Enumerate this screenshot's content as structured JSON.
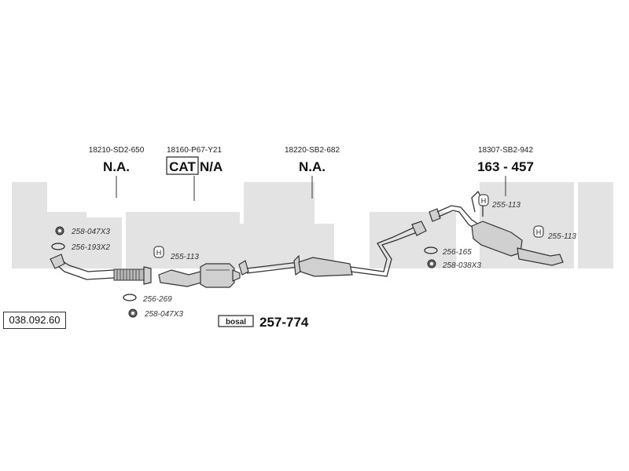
{
  "watermark": {
    "text": "bosal",
    "color": "#e3e3e3"
  },
  "reference": "038.092.60",
  "oem_numbers": [
    "18210-SD2-650",
    "18160-P67-Y21",
    "18220-SB2-682",
    "18307-SB2-942"
  ],
  "big_labels": {
    "na1": "N.A.",
    "cat": "CAT",
    "cat_na": "N/A",
    "na3": "N.A.",
    "rear": "163 - 457"
  },
  "parts": {
    "nut_front": "258-047X3",
    "gasket_front": "256-193X2",
    "hanger_cat": "255-113",
    "gasket_mid": "256-269",
    "nut_mid": "258-047X3",
    "hanger_rear_top": "255-113",
    "hanger_rear_right": "255-113",
    "gasket_rear": "256-165",
    "nut_rear": "258-038X3"
  },
  "kit": {
    "logo": "bosal",
    "number": "257-774"
  }
}
